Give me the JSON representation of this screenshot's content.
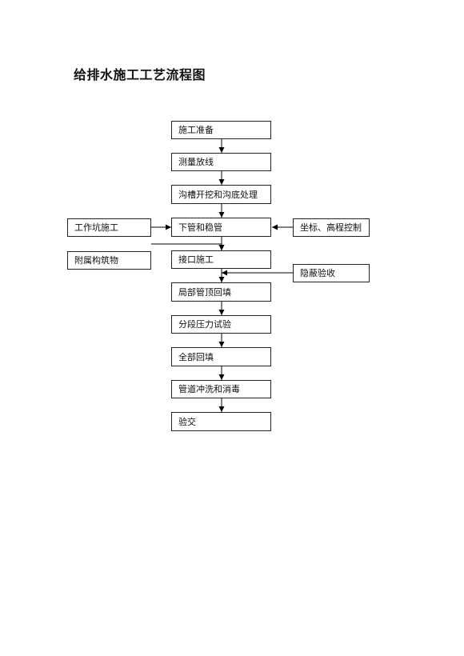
{
  "title": "给排水施工工艺流程图",
  "main_steps": [
    "施工准备",
    "测量放线",
    "沟槽开挖和沟底处理",
    "下管和稳管",
    "接口施工",
    "局部管顶回填",
    "分段压力试验",
    "全部回填",
    "管道冲洗和消毒",
    "验交"
  ],
  "side_steps": {
    "work_pit": "工作坑施工",
    "auxiliary": "附属构筑物",
    "survey_control": "坐标、高程控制",
    "concealed_acceptance": "隐蔽验收"
  }
}
